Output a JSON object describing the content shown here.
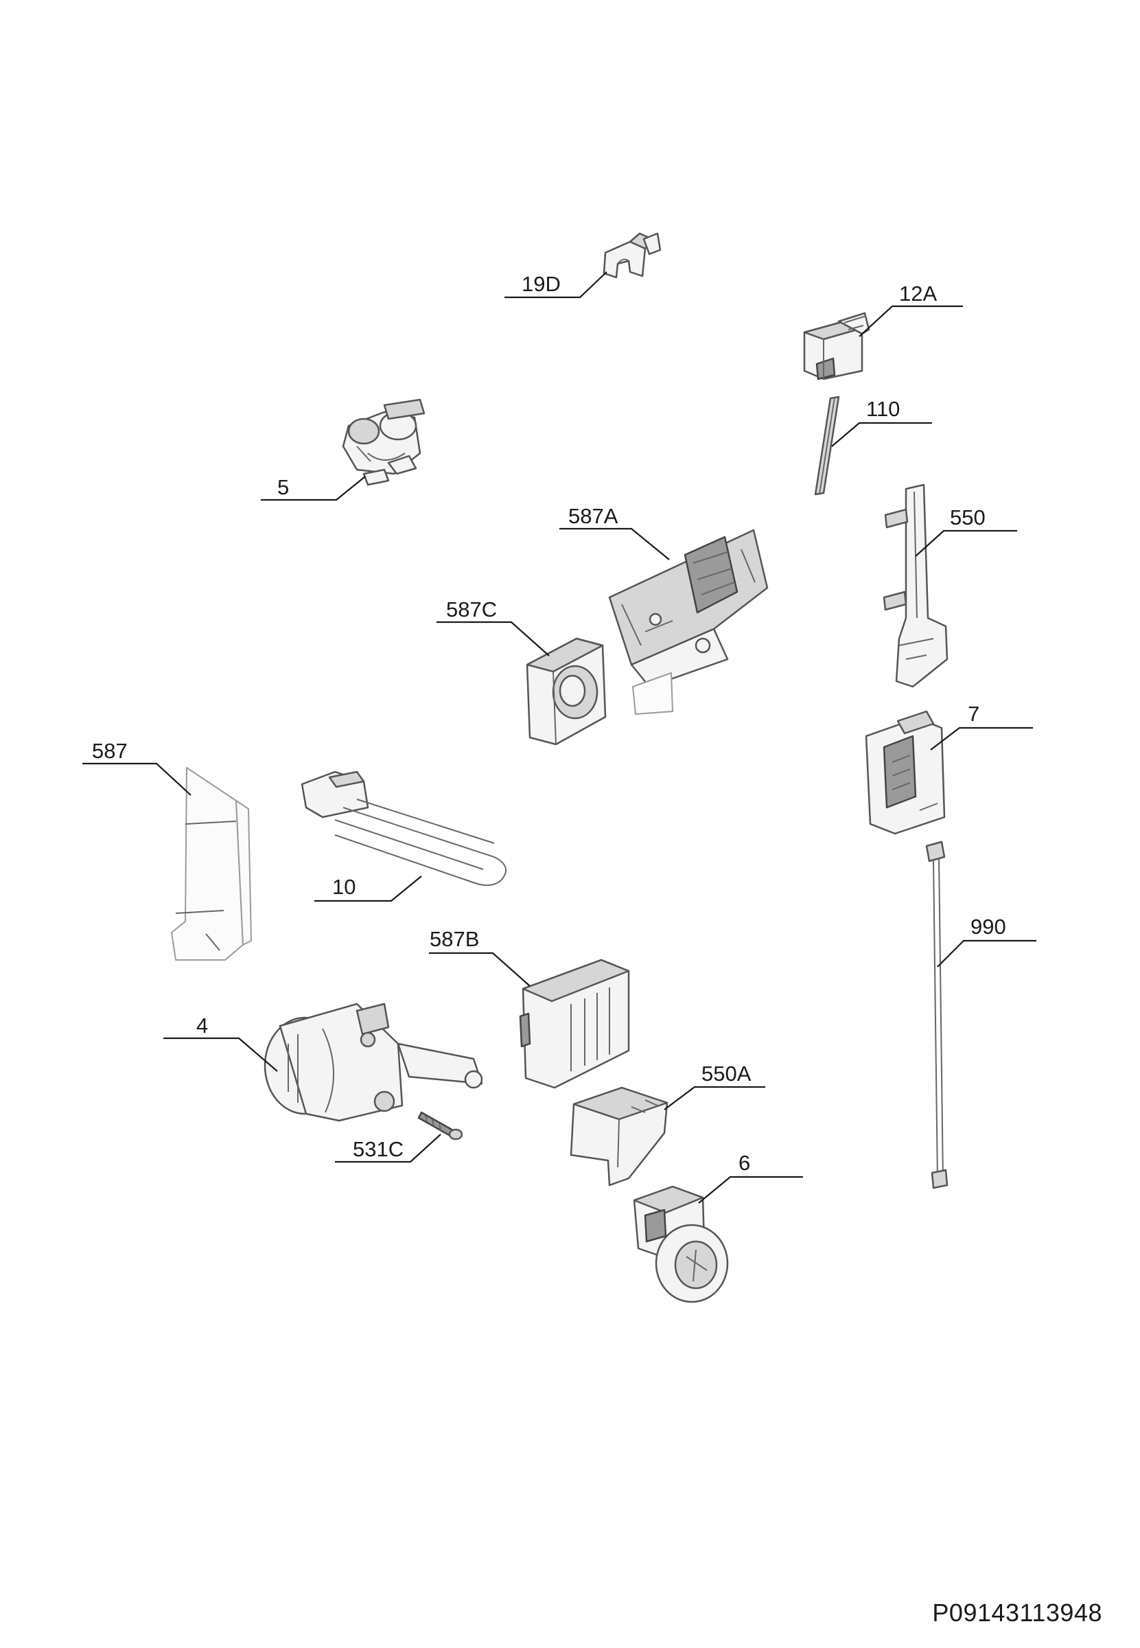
{
  "callouts": {
    "p19D": "19D",
    "p12A": "12A",
    "p110": "110",
    "p5": "5",
    "p587A": "587A",
    "p550": "550",
    "p587C": "587C",
    "p7": "7",
    "p587": "587",
    "p10": "10",
    "p990": "990",
    "p587B": "587B",
    "p4": "4",
    "p550A": "550A",
    "p531C": "531C",
    "p6": "6"
  },
  "document": {
    "code": "P09143113948"
  },
  "colors": {
    "line": "#1a1a1a",
    "part_fill": "#f4f4f4",
    "part_dark": "#9a9a9a"
  }
}
